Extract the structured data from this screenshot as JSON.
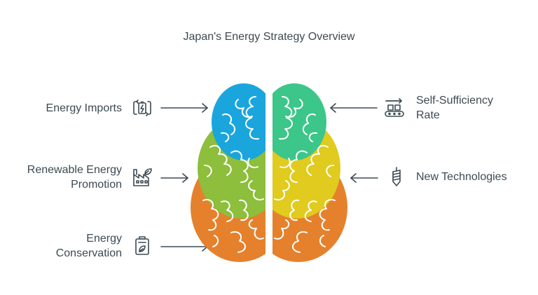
{
  "title": "Japan's Energy Strategy Overview",
  "left_items": [
    {
      "lines": [
        "Energy Imports"
      ],
      "icon": "battery-exchange-icon"
    },
    {
      "lines": [
        "Renewable Energy",
        "Promotion"
      ],
      "icon": "factory-leaf-icon"
    },
    {
      "lines": [
        "Energy",
        "Conservation"
      ],
      "icon": "battery-leaf-icon"
    }
  ],
  "right_items": [
    {
      "lines": [
        "Self-Sufficiency",
        "Rate"
      ],
      "icon": "conveyor-icon"
    },
    {
      "lines": [
        "New Technologies"
      ],
      "icon": "drill-icon"
    }
  ],
  "colors": {
    "blue": "#1aa6dd",
    "teal": "#3cc68a",
    "green": "#8dbe3c",
    "yellow": "#e0cb1e",
    "orange": "#e5812c",
    "text": "#3c4a52"
  }
}
